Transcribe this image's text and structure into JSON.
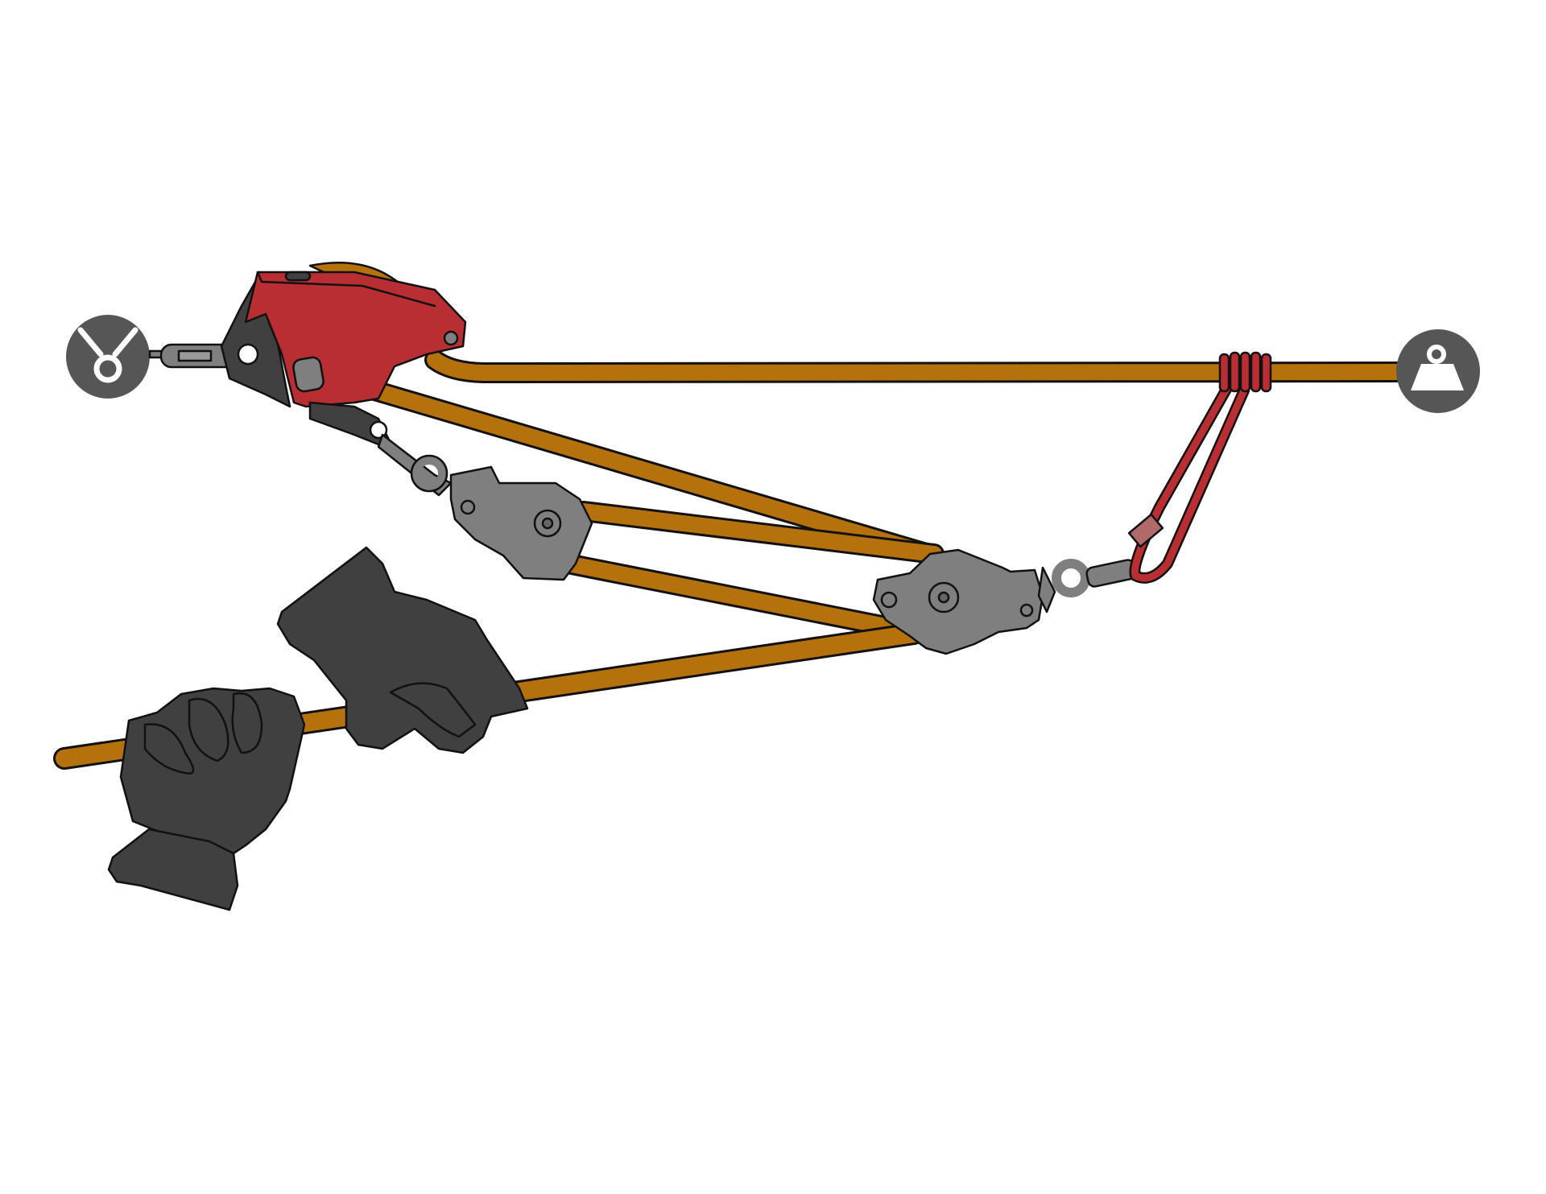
{
  "diagram": {
    "kind": "rope-haul-system-illustration",
    "components": [
      {
        "id": "anchor",
        "icon": "anchor-icon"
      },
      {
        "id": "progress-capture-device",
        "icon": "rope-grab-icon"
      },
      {
        "id": "fixed-pulley",
        "icon": "pulley-icon"
      },
      {
        "id": "moving-pulley",
        "icon": "pulley-icon"
      },
      {
        "id": "prusik",
        "icon": "prusik-knot-icon"
      },
      {
        "id": "load",
        "icon": "weight-icon"
      },
      {
        "id": "hands",
        "icon": "glove-icon"
      }
    ],
    "colors": {
      "rope": "#b5720c",
      "device": "#b82e33",
      "pulley": "#7f7f7f",
      "glove": "#404040",
      "icon_bg": "#565656",
      "prusik": "#b82e33",
      "outline": "#111111"
    }
  }
}
